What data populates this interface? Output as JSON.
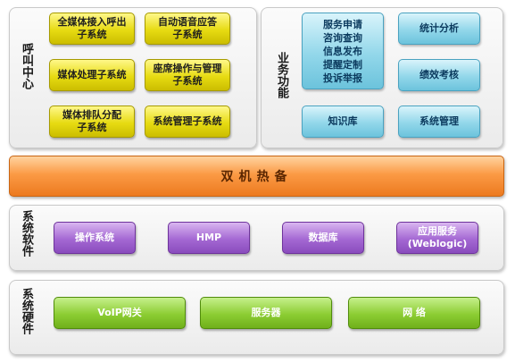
{
  "call_center": {
    "label": "呼叫中心",
    "modules": [
      "全媒体接入呼出\n子系统",
      "自动语音应答\n子系统",
      "媒体处理子系统",
      "座席操作与管理\n子系统",
      "媒体排队分配\n子系统",
      "系统管理子系统"
    ]
  },
  "business": {
    "label": "业务功能",
    "services": [
      "服务申请",
      "咨询查询",
      "信息发布",
      "提醒定制",
      "投诉举报"
    ],
    "modules": [
      "统计分析",
      "绩效考核",
      "知识库",
      "系统管理"
    ]
  },
  "hot_standby": {
    "label": "双机热备"
  },
  "system_software": {
    "label": "系统软件",
    "items": [
      "操作系统",
      "HMP",
      "数据库",
      "应用服务\n(Weblogic)"
    ]
  },
  "system_hardware": {
    "label": "系统硬件",
    "items": [
      "VoIP网关",
      "服务器",
      "网 络"
    ]
  }
}
